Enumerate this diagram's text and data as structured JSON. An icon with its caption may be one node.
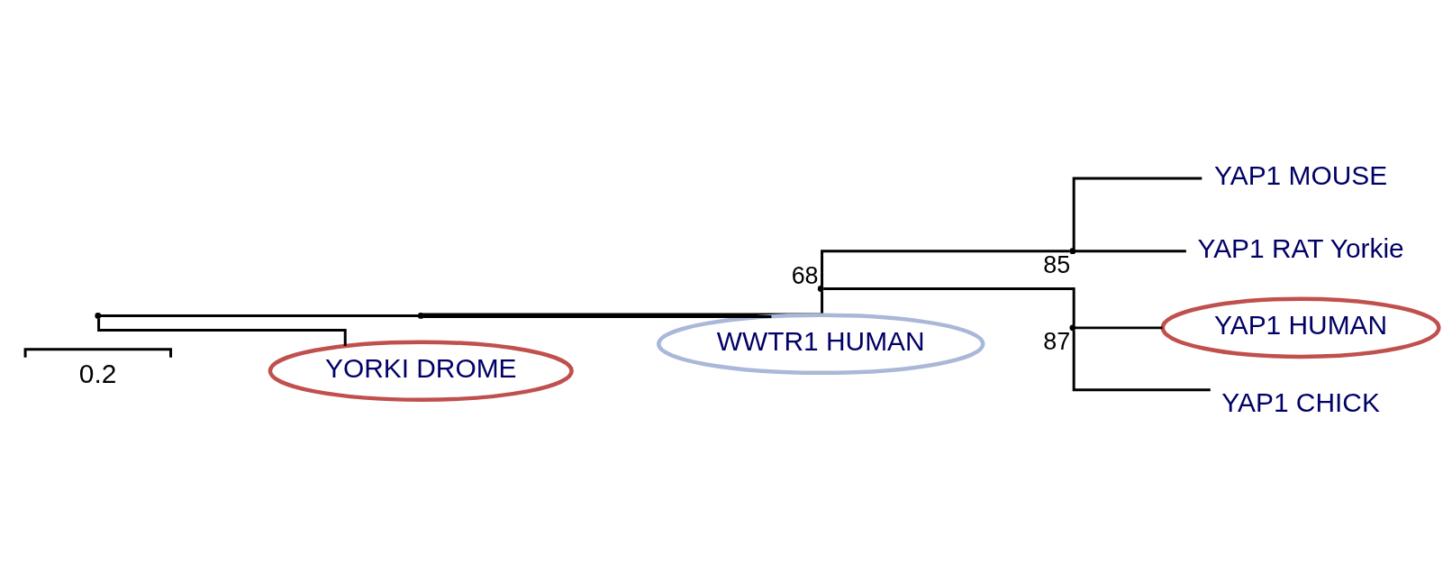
{
  "diagram": {
    "nodes": [
      {
        "text": [],
        "shape": "point"
      },
      {
        "text": [],
        "shape": "point"
      },
      {
        "text": [],
        "shape": "point",
        "beside": [
          "68"
        ]
      },
      {
        "text": [],
        "shape": "point",
        "beside": [
          "85"
        ]
      },
      {
        "text": [
          "YAP1 MOUSE"
        ]
      },
      {
        "text": [
          "YAP1 RAT Yorkie"
        ]
      },
      {
        "text": [],
        "shape": "point",
        "beside": [
          "87"
        ]
      },
      {
        "text": [
          "YAP1 HUMAN"
        ]
      },
      {
        "text": [
          "YAP1 CHICK"
        ]
      },
      {
        "text": [
          "WWTR1 HUMAN"
        ]
      },
      {
        "text": [
          "YORKI DROME"
        ]
      }
    ],
    "edges": [
      {
        "from": 0,
        "to": 1,
        "arrow": "none"
      },
      {
        "from": 1,
        "to": 2,
        "arrow": "none"
      },
      {
        "from": 2,
        "to": 3,
        "arrow": "none"
      },
      {
        "from": 3,
        "to": 4,
        "arrow": "none"
      },
      {
        "from": 3,
        "to": 5,
        "arrow": "none"
      },
      {
        "from": 2,
        "to": 6,
        "arrow": "none"
      },
      {
        "from": 6,
        "to": 7,
        "arrow": "none"
      },
      {
        "from": 6,
        "to": 8,
        "arrow": "none"
      },
      {
        "from": 1,
        "to": 9,
        "arrow": "none"
      },
      {
        "from": 0,
        "to": 10,
        "arrow": "none"
      }
    ],
    "labels": [
      "0.2"
    ]
  }
}
